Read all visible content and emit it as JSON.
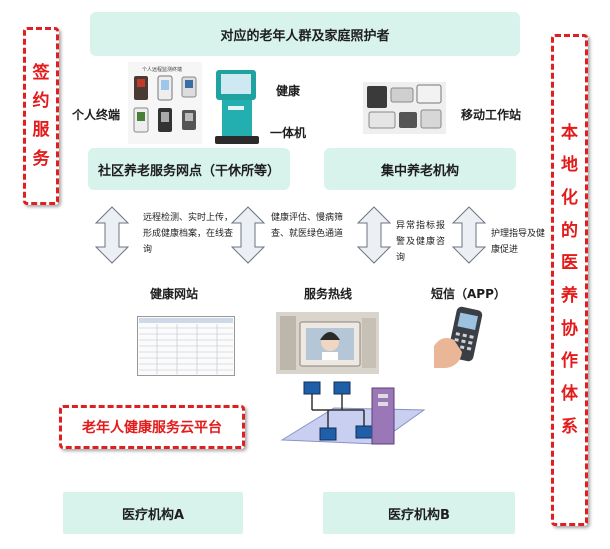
{
  "top_banner": "对应的老年人群及家庭照护者",
  "left_banner": [
    "签",
    "约",
    "服",
    "务"
  ],
  "right_banner": [
    "本",
    "地",
    "化",
    "的",
    "医",
    "养",
    "协",
    "作",
    "体",
    "系"
  ],
  "personal_terminal_label": "个人终端",
  "kiosk_label_1": "健康",
  "kiosk_label_2": "一体机",
  "mobile_station_label": "移动工作站",
  "screen_mini_title": "个人远程监测终端",
  "community_box": "社区养老服务网点（干休所等）",
  "center_box": "集中养老机构",
  "descriptions": {
    "d1": "远程检测、实时上传，形成健康档案，在线查询",
    "d2": "健康评估、慢病筛查、就医绿色通道",
    "d3": "异常指标报警及健康咨询",
    "d4": "护理指导及健康促进"
  },
  "health_website_label": "健康网站",
  "hotline_label": "服务热线",
  "sms_label": "短信（APP）",
  "cloud_platform_label": "老年人健康服务云平台",
  "hospital_a": "医疗机构A",
  "hospital_b": "医疗机构B",
  "colors": {
    "box_fill": "#d7f3ec",
    "banner_red": "#e31b1b",
    "arrow_fill": "#eceff3"
  }
}
